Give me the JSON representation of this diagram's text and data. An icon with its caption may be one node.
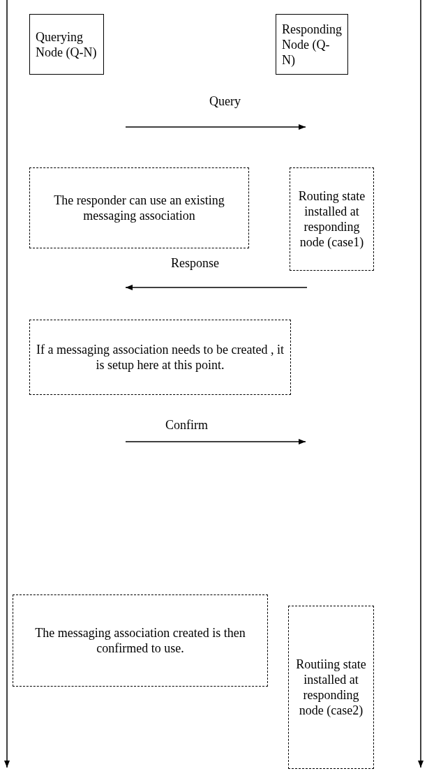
{
  "diagram": {
    "nodes": [
      {
        "text": [
          "Querying Node (Q-N)"
        ]
      },
      {
        "text": [
          "Responding Node (Q-N)"
        ]
      },
      {
        "text": [
          "The responder can use an existing messaging association"
        ]
      },
      {
        "text": [
          "Routing state installed at responding node (case1)"
        ]
      },
      {
        "text": [
          "If a messaging association needs to be created , it is setup here at this point."
        ]
      },
      {
        "text": [
          "The messaging association created  is then confirmed to use."
        ]
      },
      {
        "text": [
          "Routiing state installed at responding node (case2)"
        ]
      }
    ],
    "edges": [],
    "labels": [
      "Query",
      "Response",
      "Confirm"
    ]
  }
}
